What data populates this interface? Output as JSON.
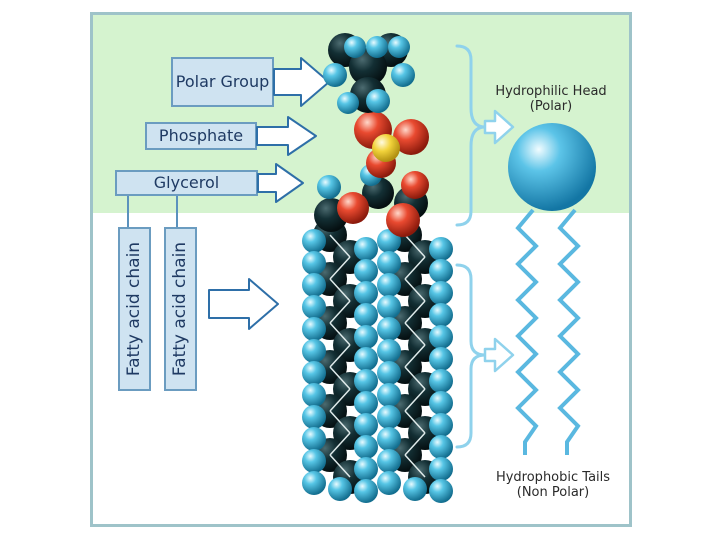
{
  "labels": {
    "polar_group": "Polar Group",
    "phosphate": "Phosphate",
    "glycerol": "Glycerol",
    "fatty_acid_1": "Fatty acid chain",
    "fatty_acid_2": "Fatty acid chain"
  },
  "annotations": {
    "head_title": "Hydrophilic Head",
    "head_sub": "(Polar)",
    "tail_title": "Hydrophobic Tails",
    "tail_sub": "(Non Polar)"
  },
  "colors": {
    "hydrophilic_band": "#d5f3cf",
    "label_fill": "#cfe3f1",
    "label_border": "#6b9cc0",
    "arrow_fill": "#ffffff",
    "arrow_stroke": "#2e6fa8",
    "atom_carbon": "#0f2a2e",
    "atom_hydrogen": "#3fb6d8",
    "atom_oxygen": "#e0402a",
    "atom_phosphorus": "#f1d23a",
    "tail_line": "#5ab8e0"
  },
  "icons": [
    "arrow-right-icon",
    "brace-icon",
    "head-sphere-icon",
    "zigzag-tail-icon"
  ]
}
